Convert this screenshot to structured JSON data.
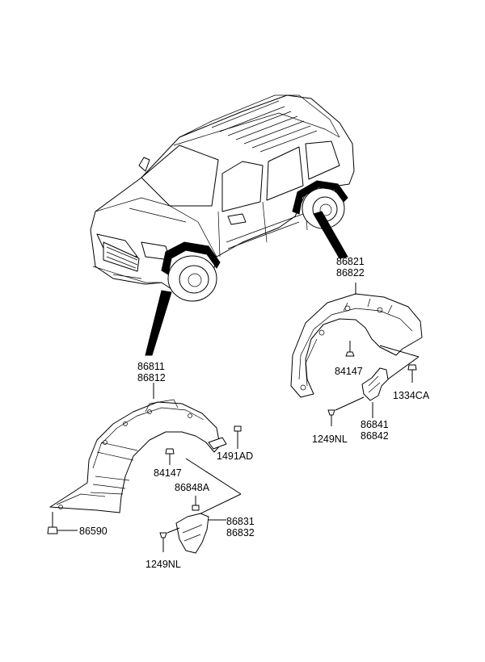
{
  "labels": {
    "rear_liner_a": "86821",
    "rear_liner_b": "86822",
    "rear_nut": "84147",
    "rear_clip": "1334CA",
    "rear_mudguard_a": "86841",
    "rear_mudguard_b": "86842",
    "rear_screw": "1249NL",
    "front_liner_a": "86811",
    "front_liner_b": "86812",
    "front_clip": "1491AD",
    "front_nut": "84147",
    "front_bracket": "86848A",
    "front_mudguard_a": "86831",
    "front_mudguard_b": "86832",
    "front_screw": "1249NL",
    "front_fastener": "86590"
  },
  "icons": [
    "suv-vehicle-icon",
    "front-wheel-liner-icon",
    "rear-wheel-liner-icon",
    "mudguard-icon",
    "clip-icon",
    "screw-icon",
    "nut-icon"
  ]
}
